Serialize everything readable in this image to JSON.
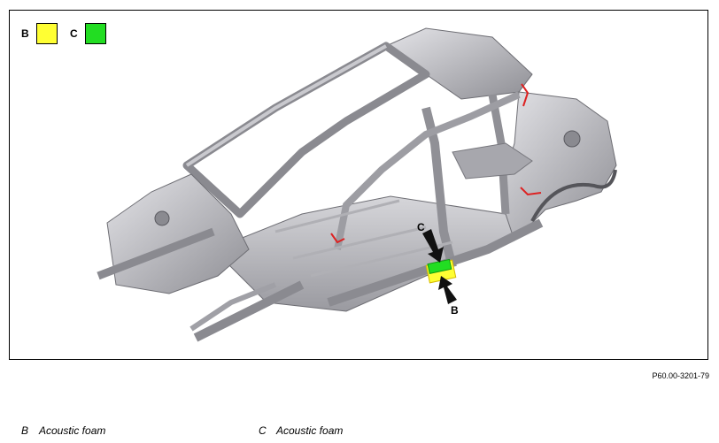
{
  "legend": {
    "b": {
      "letter": "B",
      "color": "#ffff33"
    },
    "c": {
      "letter": "C",
      "color": "#22dd22"
    }
  },
  "callouts": {
    "b": "B",
    "c": "C"
  },
  "figure_id": "P60.00-3201-79",
  "captions": [
    {
      "letter": "B",
      "text": "Acoustic foam"
    },
    {
      "letter": "C",
      "text": "Acoustic foam"
    }
  ],
  "colors": {
    "body_metal": "#c8c8cc",
    "body_edge": "#7a7a80",
    "weld_marks": "#dd2222"
  }
}
